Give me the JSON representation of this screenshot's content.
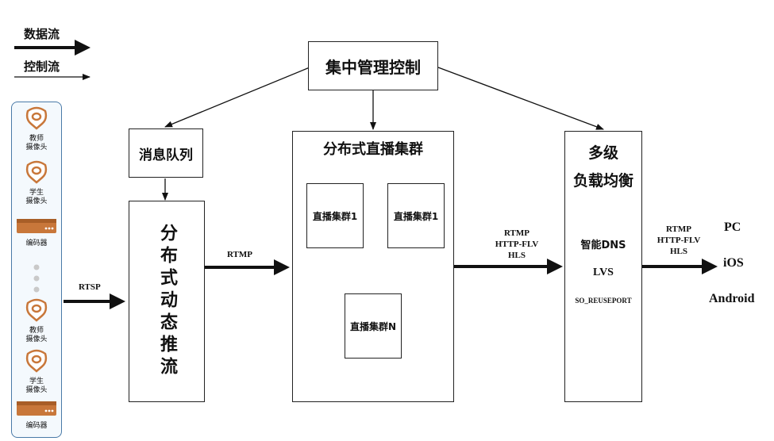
{
  "legend": {
    "data_flow": "数据流",
    "control_flow": "控制流"
  },
  "central": "集中管理控制",
  "mq": "消息队列",
  "push": "分布式动态推流",
  "cluster": {
    "title": "分布式直播集群",
    "node1": "直播集群1",
    "node2": "直播集群1",
    "nodeN": "直播集群N"
  },
  "lb": {
    "title_line1": "多级",
    "title_line2": "负载均衡",
    "item1": "智能DNS",
    "item2": "LVS",
    "item3": "SO_REUSEPORT"
  },
  "devices": [
    {
      "icon": "camera-icon",
      "label_line1": "教师",
      "label_line2": "摄像头"
    },
    {
      "icon": "camera-icon",
      "label_line1": "学生",
      "label_line2": "摄像头"
    },
    {
      "icon": "encoder-icon",
      "label_line1": "编码器"
    },
    {
      "icon": "camera-icon",
      "label_line1": "教师",
      "label_line2": "摄像头"
    },
    {
      "icon": "camera-icon",
      "label_line1": "学生",
      "label_line2": "摄像头"
    },
    {
      "icon": "encoder-icon",
      "label_line1": "编码器"
    }
  ],
  "edges": {
    "rtsp": "RTSP",
    "rtmp": "RTMP",
    "out1_l1": "RTMP",
    "out1_l2": "HTTP-FLV",
    "out1_l3": "HLS",
    "out2_l1": "RTMP",
    "out2_l2": "HTTP-FLV",
    "out2_l3": "HLS"
  },
  "clients": {
    "pc": "PC",
    "ios": "iOS",
    "android": "Android"
  },
  "colors": {
    "device_accent": "#c8773a",
    "device_panel_border": "#4a7aa8",
    "line": "#111111"
  }
}
